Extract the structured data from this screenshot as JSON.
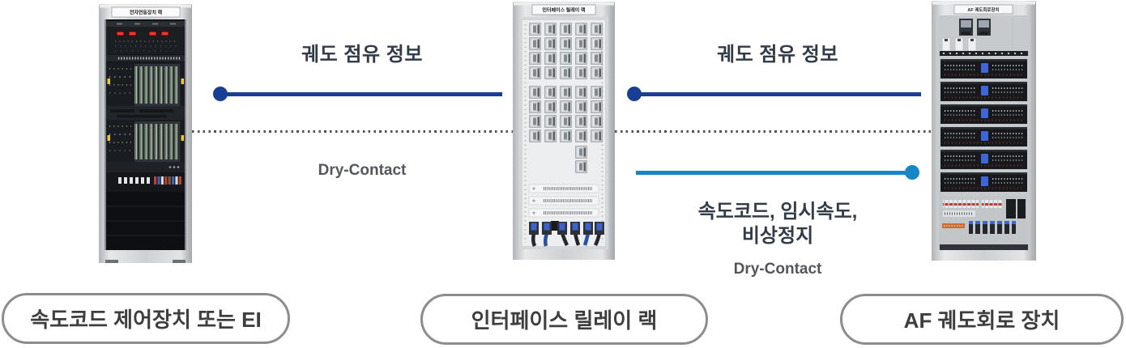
{
  "racks": {
    "left": {
      "header_label": "전자연동장치 랙"
    },
    "middle": {
      "header_label": "인터페이스 릴레이 랙"
    },
    "right": {
      "header_label": "AF 궤도회로장치"
    }
  },
  "captions": {
    "left": "속도코드 제어장치 또는 EI",
    "middle": "인터페이스 릴레이 랙",
    "right": "AF 궤도회로 장치"
  },
  "connections": {
    "left_middle": {
      "title": "궤도 점유 정보",
      "dry_label": "Dry-Contact"
    },
    "middle_right": {
      "title": "궤도 점유 정보",
      "signal_line1": "속도코드, 임시속도,",
      "signal_line2": "비상정지",
      "dry_label": "Dry-Contact"
    }
  },
  "colors": {
    "track_info_line": "#173f93",
    "speed_code_line": "#1786c7",
    "dotted_line": "#4c515a",
    "title_text": "#323b48",
    "dry_contact_text": "#53565b",
    "pill_border": "#8d8d8d",
    "pill_text": "#3e3e3e",
    "background": "#ffffff"
  }
}
